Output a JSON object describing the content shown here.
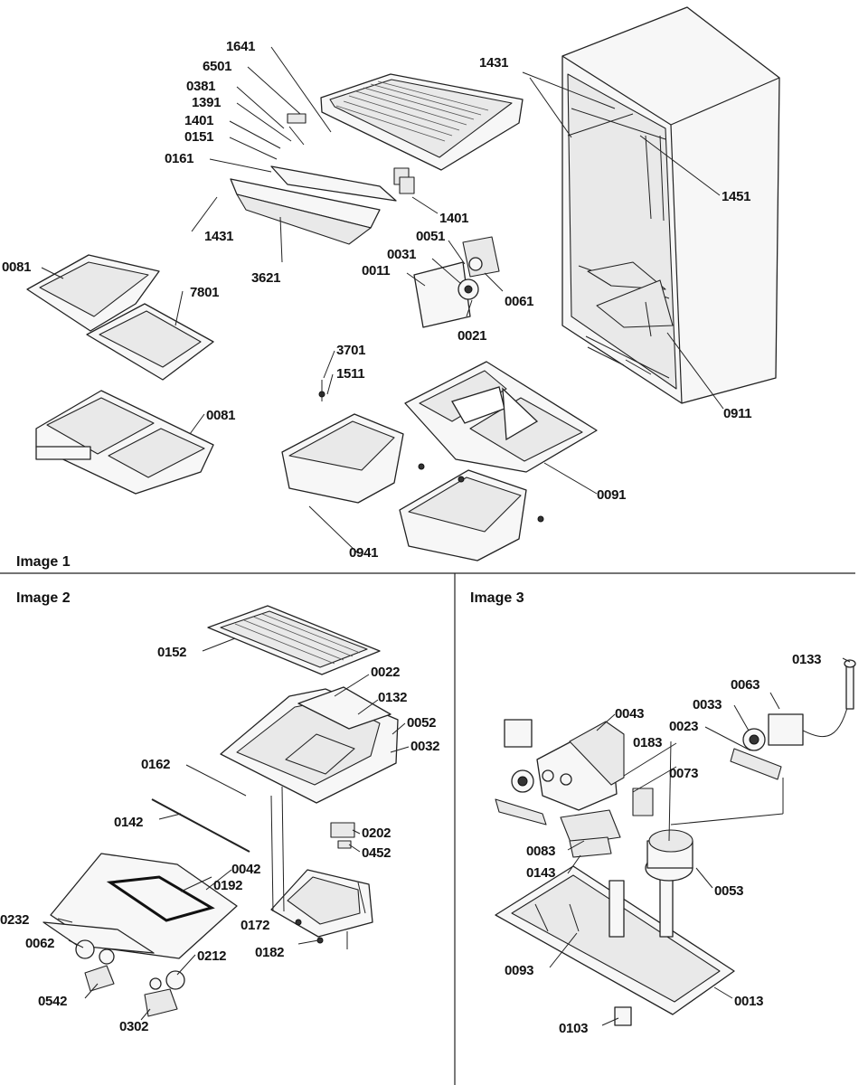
{
  "panels": [
    {
      "id": "image1",
      "title": "Image 1"
    },
    {
      "id": "image2",
      "title": "Image 2"
    },
    {
      "id": "image3",
      "title": "Image 3"
    }
  ],
  "callouts": {
    "image1": [
      "1641",
      "6501",
      "0381",
      "1391",
      "1401",
      "0151",
      "0161",
      "1431",
      "3621",
      "1401",
      "0051",
      "0031",
      "0011",
      "0061",
      "0021",
      "0081",
      "7801",
      "0081",
      "3701",
      "1511",
      "0941",
      "0091",
      "1431",
      "1451",
      "0911"
    ],
    "image2": [
      "0152",
      "0022",
      "0132",
      "0052",
      "0032",
      "0162",
      "0142",
      "0202",
      "0452",
      "0042",
      "0192",
      "0232",
      "0062",
      "0212",
      "0542",
      "0302",
      "0172",
      "0182"
    ],
    "image3": [
      "0133",
      "0063",
      "0033",
      "0023",
      "0043",
      "0183",
      "0073",
      "0083",
      "0143",
      "0053",
      "0093",
      "0013",
      "0103"
    ]
  }
}
